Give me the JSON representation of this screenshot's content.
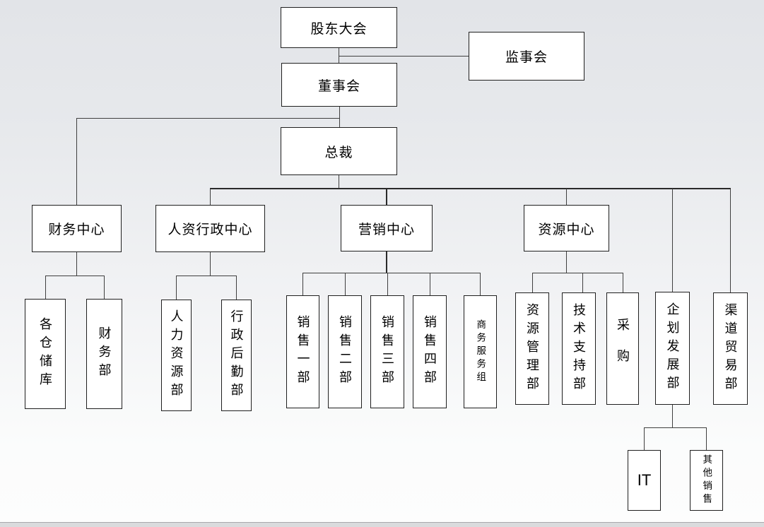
{
  "canvas": {
    "background_top_color": "#e2e4e8",
    "background_bottom_color": "#fdfdfd",
    "box_fill_color": "#ffffff",
    "box_border_color": "#1f1f1f",
    "connector_color": "#3f3f3f",
    "bottom_strip_color": "#dadbdd"
  },
  "nodes": {
    "shareholders_meeting": {
      "label": "股东大会"
    },
    "supervisory_board": {
      "label": "监事会"
    },
    "board_of_directors": {
      "label": "董事会"
    },
    "president": {
      "label": "总裁"
    },
    "finance_center": {
      "label": "财务中心"
    },
    "hr_admin_center": {
      "label": "人资行政中心"
    },
    "marketing_center": {
      "label": "营销中心"
    },
    "resource_center": {
      "label": "资源中心"
    },
    "warehouses": {
      "label": "各仓储库"
    },
    "finance_dept": {
      "label": "财务部"
    },
    "hr_dept": {
      "label": "人力资源部"
    },
    "admin_logistics_dept": {
      "label": "行政后勤部"
    },
    "sales_dept_1": {
      "label": "销售一部"
    },
    "sales_dept_2": {
      "label": "销售二部"
    },
    "sales_dept_3": {
      "label": "销售三部"
    },
    "sales_dept_4": {
      "label": "销售四部"
    },
    "business_service_group": {
      "label": "商务服务组"
    },
    "resource_mgmt_dept": {
      "label": "资源管理部"
    },
    "tech_support_dept": {
      "label": "技术支持部"
    },
    "procurement": {
      "label": "采购"
    },
    "planning_dev_dept": {
      "label": "企划发展部"
    },
    "channel_trade_dept": {
      "label": "渠道贸易部"
    },
    "it_dept": {
      "label": "IT"
    },
    "other_sales": {
      "label": "其他销售"
    }
  },
  "edges": [
    {
      "from": "shareholders_meeting",
      "to": "board_of_directors"
    },
    {
      "from": "shareholders_meeting",
      "to": "supervisory_board"
    },
    {
      "from": "board_of_directors",
      "to": "president"
    },
    {
      "from": "board_of_directors",
      "to": "finance_center"
    },
    {
      "from": "president",
      "to": "hr_admin_center"
    },
    {
      "from": "president",
      "to": "marketing_center"
    },
    {
      "from": "president",
      "to": "resource_center"
    },
    {
      "from": "president",
      "to": "planning_dev_dept"
    },
    {
      "from": "president",
      "to": "channel_trade_dept"
    },
    {
      "from": "finance_center",
      "to": "warehouses"
    },
    {
      "from": "finance_center",
      "to": "finance_dept"
    },
    {
      "from": "hr_admin_center",
      "to": "hr_dept"
    },
    {
      "from": "hr_admin_center",
      "to": "admin_logistics_dept"
    },
    {
      "from": "marketing_center",
      "to": "sales_dept_1"
    },
    {
      "from": "marketing_center",
      "to": "sales_dept_2"
    },
    {
      "from": "marketing_center",
      "to": "sales_dept_3"
    },
    {
      "from": "marketing_center",
      "to": "sales_dept_4"
    },
    {
      "from": "marketing_center",
      "to": "business_service_group"
    },
    {
      "from": "resource_center",
      "to": "resource_mgmt_dept"
    },
    {
      "from": "resource_center",
      "to": "tech_support_dept"
    },
    {
      "from": "resource_center",
      "to": "procurement"
    },
    {
      "from": "planning_dev_dept",
      "to": "it_dept"
    },
    {
      "from": "planning_dev_dept",
      "to": "other_sales"
    }
  ]
}
